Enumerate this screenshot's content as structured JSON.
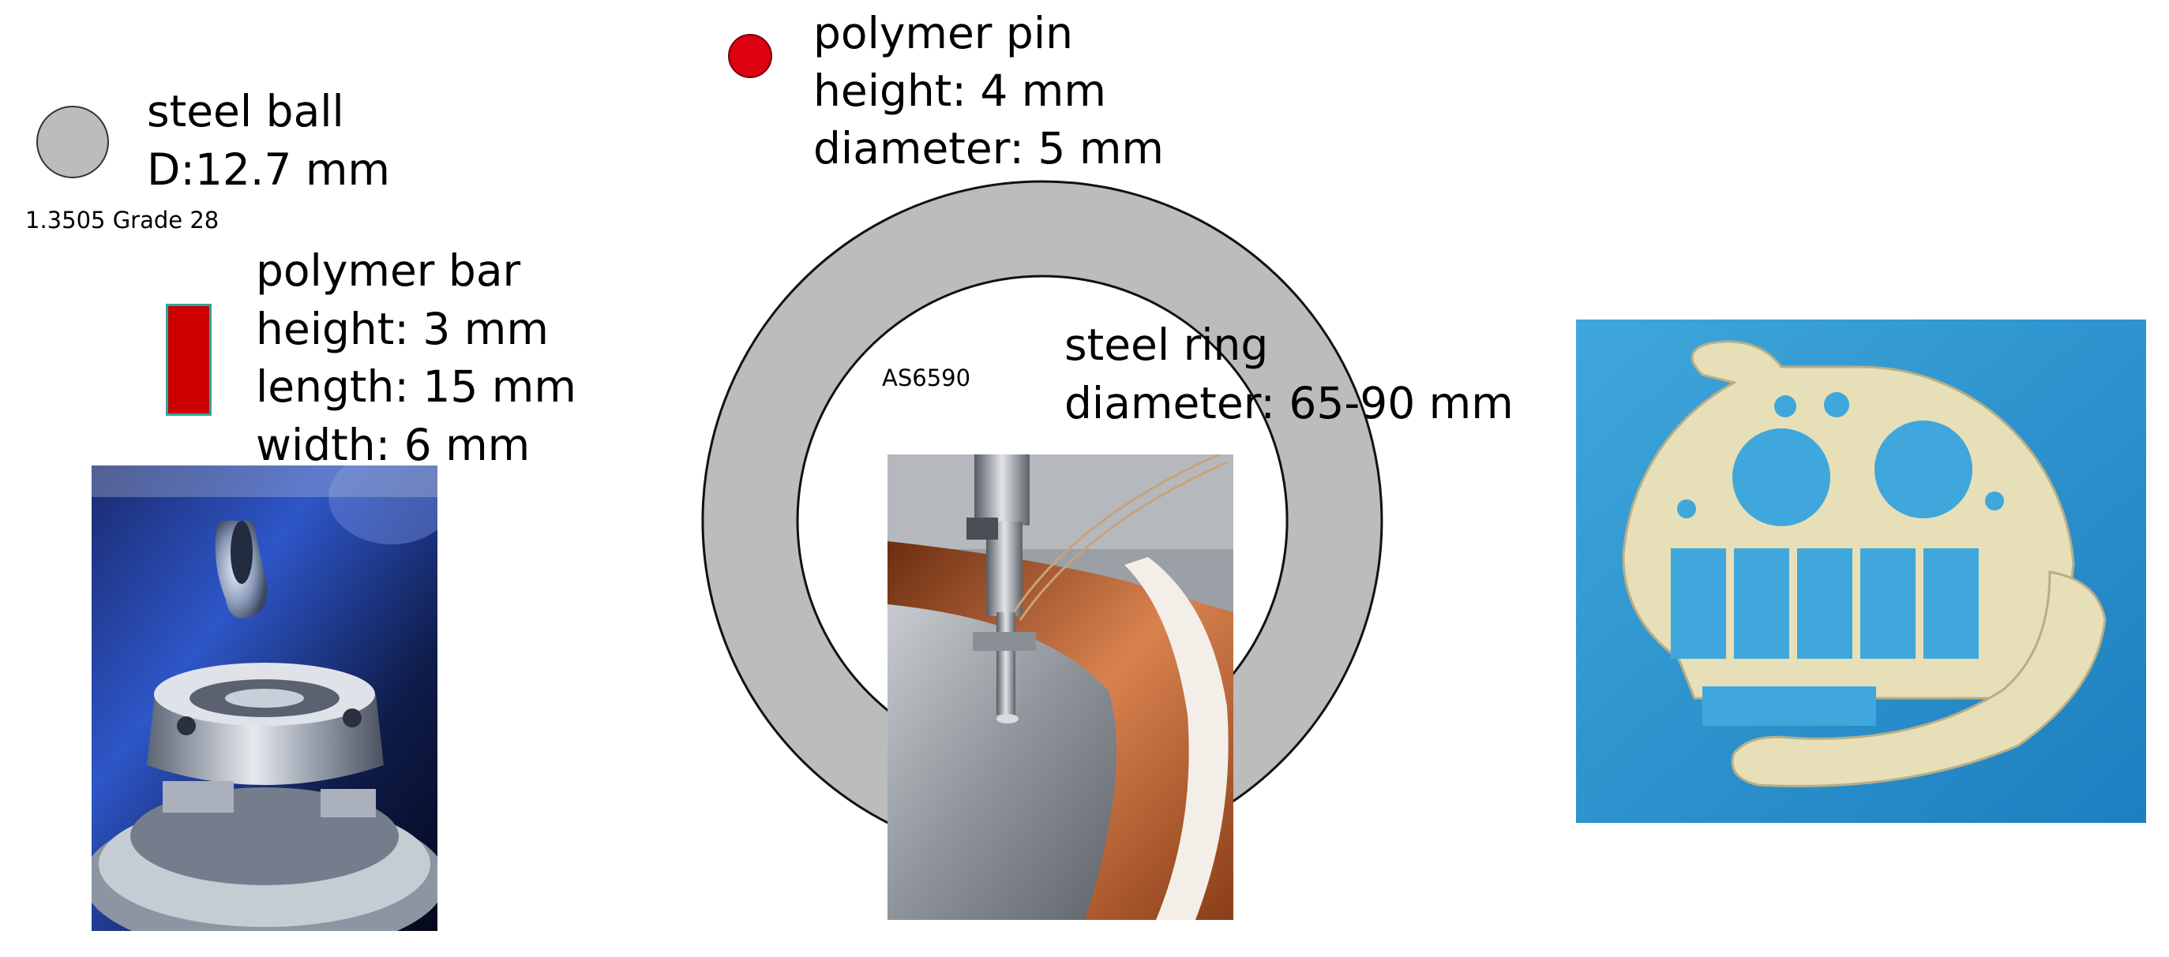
{
  "steel_ball": {
    "title": "steel ball",
    "dim": "D:12.7 mm",
    "grade": "1.3505 Grade 28",
    "color": "#bcbcbc"
  },
  "polymer_bar": {
    "title": "polymer bar",
    "height": "height: 3 mm",
    "length": "length: 15 mm",
    "width": "width: 6 mm",
    "color": "#cc0000"
  },
  "polymer_pin": {
    "title": "polymer pin",
    "height": "height: 4 mm",
    "diameter": "diameter: 5 mm",
    "color": "#dd0010"
  },
  "steel_ring": {
    "title": "steel ring",
    "diameter": "diameter: 65-90  mm",
    "grade": "AS6590",
    "color": "#bcbcbc"
  }
}
